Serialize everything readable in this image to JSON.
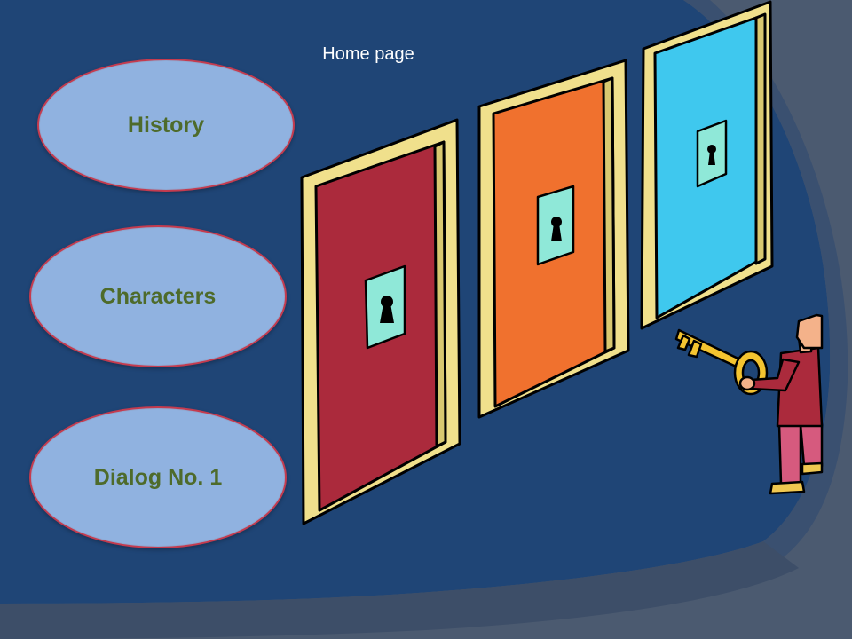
{
  "page": {
    "title": "Home page"
  },
  "nav": {
    "items": [
      {
        "id": "history",
        "label": "History"
      },
      {
        "id": "characters",
        "label": "Characters"
      },
      {
        "id": "dialog-1",
        "label": "Dialog No. 1"
      }
    ]
  },
  "colors": {
    "background_dark": "#1f4576",
    "background_outer": "#4b5a70",
    "oval_fill": "#90b2e0",
    "oval_border": "#c43b4f",
    "label_text": "#4e6b2b",
    "door_red": "#ab2a3c",
    "door_orange": "#f0712e",
    "door_blue": "#3fc8ee",
    "door_frame": "#f0e08c",
    "keyhole_plate": "#8fe8d8",
    "key_gold": "#f4c430"
  },
  "illustration": {
    "doors": [
      "door-red",
      "door-orange",
      "door-blue"
    ],
    "figure": "person-holding-key"
  }
}
